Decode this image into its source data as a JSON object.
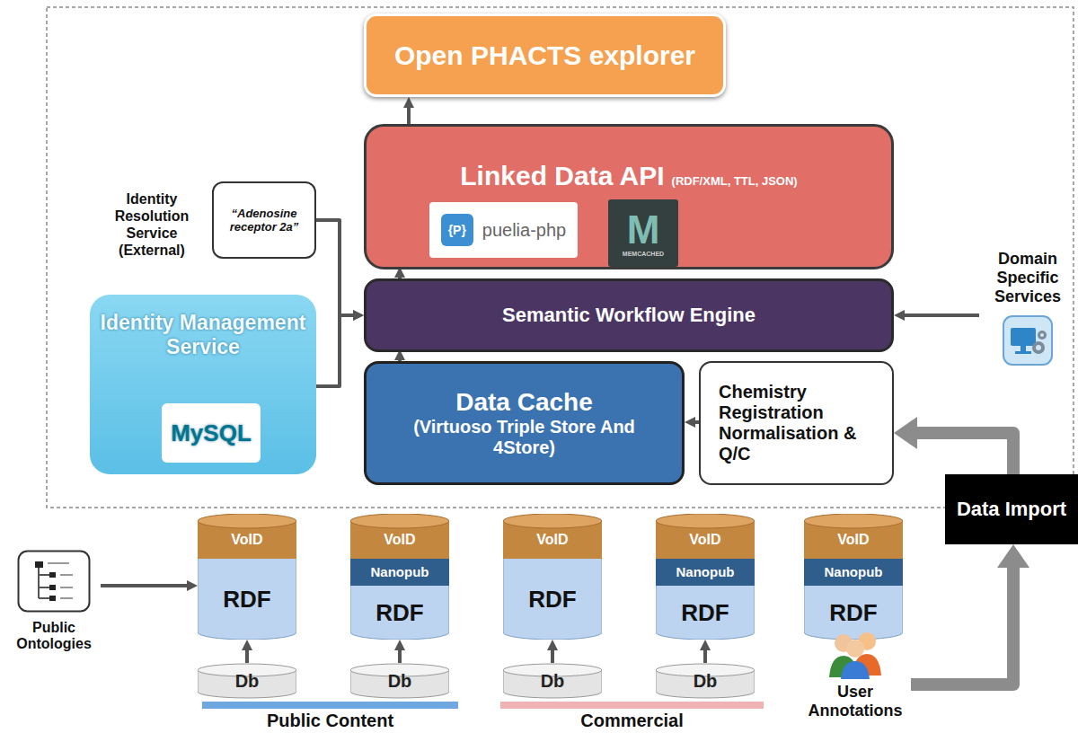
{
  "diagram": {
    "nodes": [
      {
        "text": [
          "Open PHACTS explorer"
        ]
      },
      {
        "text": [
          "Linked Data API",
          "(RDF/XML, TTL, JSON)"
        ]
      },
      {
        "text": [
          "{P}",
          "puelia-php"
        ],
        "in": 1
      },
      {
        "text": [
          "M",
          "MEMCACHED"
        ],
        "in": 1
      },
      {
        "text": [
          "“Adenosine receptor 2a”"
        ]
      },
      {
        "text": [
          "Identity Management Service"
        ]
      },
      {
        "text": [
          "MySQL"
        ],
        "in": 5
      },
      {
        "text": [
          "Semantic Workflow Engine"
        ]
      },
      {
        "text": [
          "Data Cache",
          "(Virtuoso Triple Store And 4Store)"
        ]
      },
      {
        "text": [
          "Chemistry Registration Normalisation & Q/C"
        ]
      },
      {
        "text": [
          "Domain Specific Services"
        ]
      },
      {
        "text": [
          "Data Import"
        ]
      },
      {
        "text": [
          "Public Ontologies"
        ]
      },
      {
        "text": [
          "VoID",
          "RDF"
        ]
      },
      {
        "text": [
          "VoID",
          "Nanopub",
          "RDF"
        ]
      },
      {
        "text": [
          "VoID",
          "RDF"
        ]
      },
      {
        "text": [
          "VoID",
          "Nanopub",
          "RDF"
        ]
      },
      {
        "text": [
          "VoID",
          "Nanopub",
          "RDF"
        ]
      },
      {
        "text": [
          "Db"
        ]
      },
      {
        "text": [
          "Db"
        ]
      },
      {
        "text": [
          "Db"
        ]
      },
      {
        "text": [
          "Db"
        ]
      },
      {
        "text": [
          "User Annotations"
        ]
      }
    ],
    "edges": [
      {
        "from": 8,
        "to": 7,
        "arrow": "to"
      },
      {
        "from": 7,
        "to": 1,
        "arrow": "to"
      },
      {
        "from": 1,
        "to": 0,
        "arrow": "to"
      },
      {
        "from": 4,
        "to": 7,
        "arrow": "to"
      },
      {
        "from": 5,
        "to": 7,
        "arrow": "to"
      },
      {
        "from": 10,
        "to": 7,
        "arrow": "to"
      },
      {
        "from": 9,
        "to": 8,
        "arrow": "to"
      },
      {
        "from": 11,
        "to": 9,
        "arrow": "to"
      },
      {
        "from": 22,
        "to": 11,
        "arrow": "to"
      },
      {
        "from": 12,
        "to": 13,
        "arrow": "to"
      },
      {
        "from": 18,
        "to": 13,
        "arrow": "to"
      },
      {
        "from": 19,
        "to": 14,
        "arrow": "to"
      },
      {
        "from": 20,
        "to": 15,
        "arrow": "to"
      },
      {
        "from": 21,
        "to": 16,
        "arrow": "to"
      }
    ],
    "labels": [
      "Identity Resolution Service (External)",
      "Public Content",
      "Commercial"
    ]
  }
}
